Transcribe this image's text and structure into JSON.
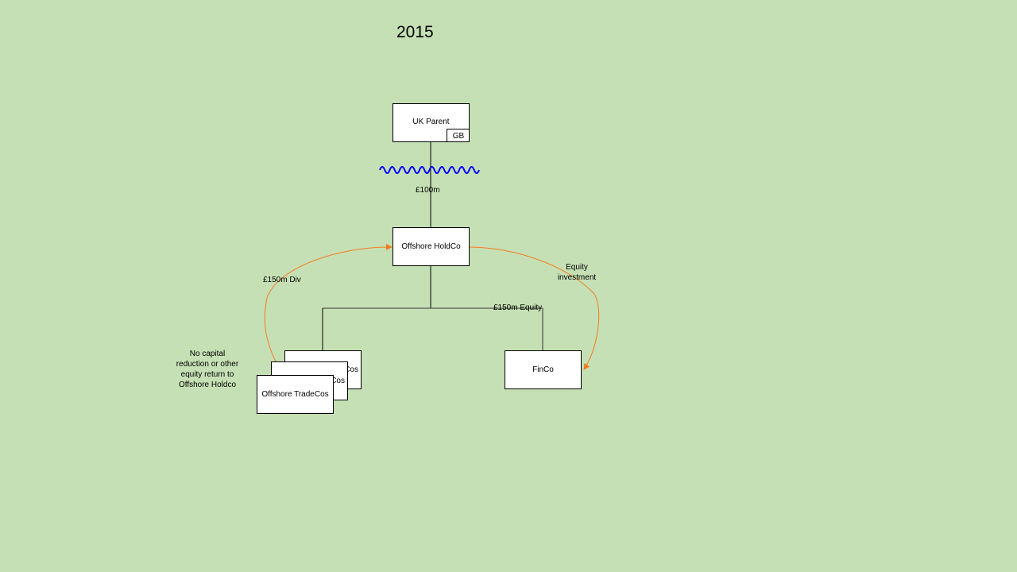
{
  "title": "2015",
  "entities": {
    "uk_parent": {
      "name": "UK Parent",
      "jurisdiction": "GB"
    },
    "offshore_holdco": {
      "name": "Offshore HoldCo"
    },
    "tradecos": {
      "name": "Offshore TradeCos",
      "back_fragment_1": "Cos",
      "back_fragment_2": "Cos"
    },
    "finco": {
      "name": "FinCo"
    }
  },
  "labels": {
    "uk_to_holdco": "£100m",
    "dividend": "£150m Div",
    "equity_investment": "Equity investment",
    "equity_150": "£150m Equity",
    "note": "No capital reduction or other equity return to Offshore Holdco"
  },
  "colors": {
    "background": "#c5e0b4",
    "flow_arrow": "#f47c20",
    "wave": "#0000ff"
  }
}
